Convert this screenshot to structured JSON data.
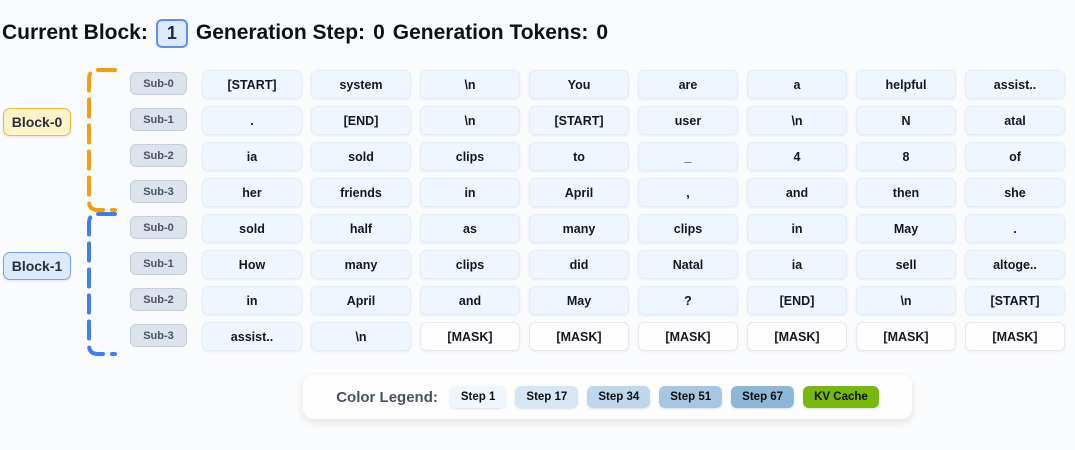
{
  "header": {
    "current_block_label": "Current Block:",
    "current_block_value": "1",
    "gen_step_label": "Generation Step:",
    "gen_step_value": "0",
    "gen_tokens_label": "Generation Tokens:",
    "gen_tokens_value": "0"
  },
  "blocks": [
    {
      "label": "Block-0",
      "bracket_color": "#f59e0b",
      "label_bg": "#fef3c7",
      "label_border": "#f5b83d",
      "rows": [
        {
          "label": "Sub-0",
          "tokens": [
            "[START]",
            "system",
            "\\n",
            "You",
            "are",
            "a",
            "helpful",
            "assist.."
          ]
        },
        {
          "label": "Sub-1",
          "tokens": [
            ".",
            "[END]",
            "\\n",
            "[START]",
            "user",
            "\\n",
            "N",
            "atal"
          ]
        },
        {
          "label": "Sub-2",
          "tokens": [
            "ia",
            "sold",
            "clips",
            "to",
            "_",
            "4",
            "8",
            "of"
          ]
        },
        {
          "label": "Sub-3",
          "tokens": [
            "her",
            "friends",
            "in",
            "April",
            ",",
            "and",
            "then",
            "she"
          ]
        }
      ]
    },
    {
      "label": "Block-1",
      "bracket_color": "#3d7ef0",
      "label_bg": "#dbeafe",
      "label_border": "#74a4f0",
      "rows": [
        {
          "label": "Sub-0",
          "tokens": [
            "sold",
            "half",
            "as",
            "many",
            "clips",
            "in",
            "May",
            "."
          ]
        },
        {
          "label": "Sub-1",
          "tokens": [
            "How",
            "many",
            "clips",
            "did",
            "Natal",
            "ia",
            "sell",
            "altoge.."
          ]
        },
        {
          "label": "Sub-2",
          "tokens": [
            "in",
            "April",
            "and",
            "May",
            "?",
            "[END]",
            "\\n",
            "[START]"
          ]
        },
        {
          "label": "Sub-3",
          "tokens": [
            "assist..",
            "\\n",
            "[MASK]",
            "[MASK]",
            "[MASK]",
            "[MASK]",
            "[MASK]",
            "[MASK]"
          ]
        }
      ]
    }
  ],
  "legend": {
    "title": "Color Legend:",
    "items": [
      {
        "label": "Step 1",
        "color": "#eff6ff"
      },
      {
        "label": "Step 17",
        "color": "#d7e6f4"
      },
      {
        "label": "Step 34",
        "color": "#bed7eb"
      },
      {
        "label": "Step 51",
        "color": "#a5c7e1"
      },
      {
        "label": "Step 67",
        "color": "#8db7d7"
      },
      {
        "label": "KV Cache",
        "color": "#77b80d"
      }
    ]
  }
}
